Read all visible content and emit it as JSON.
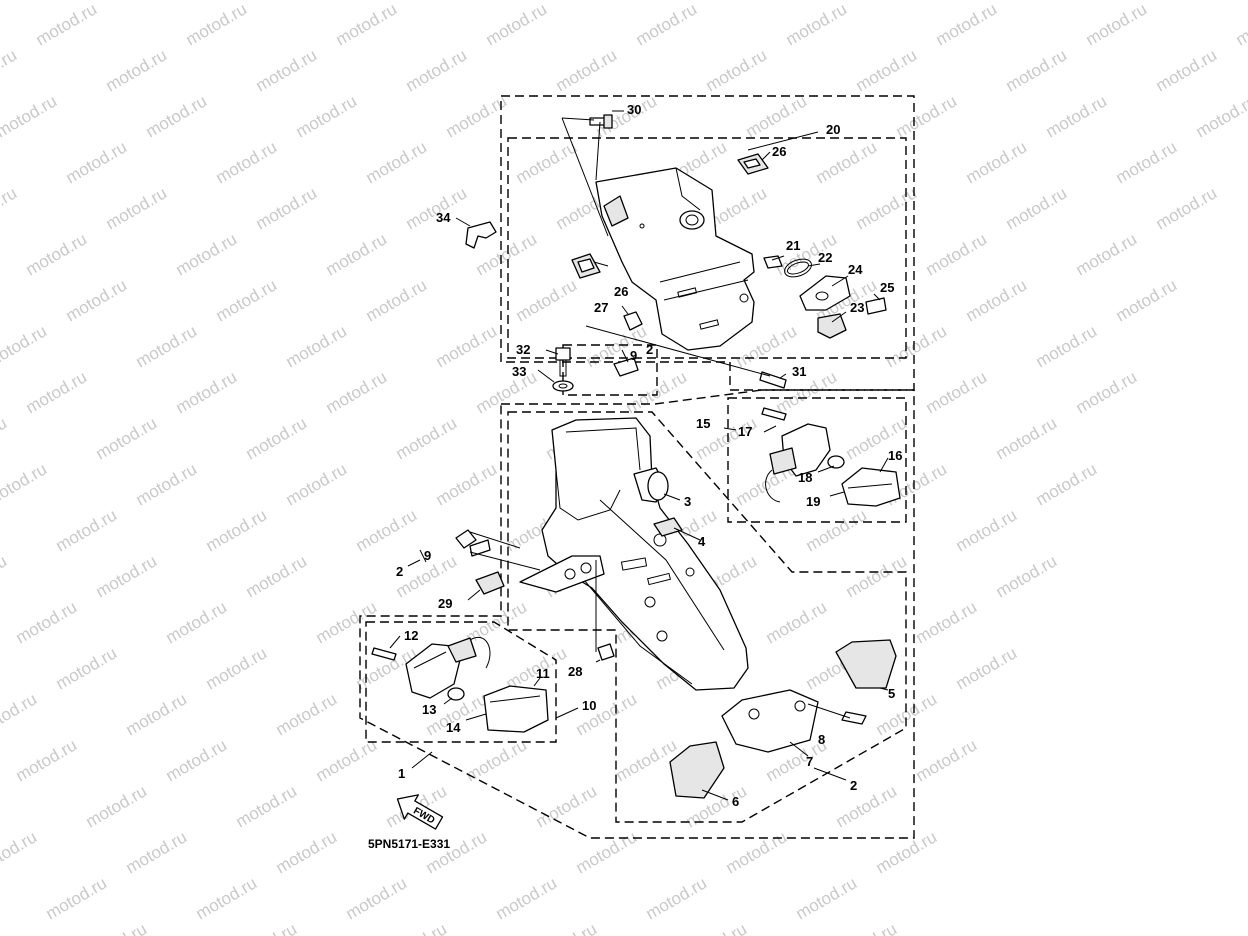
{
  "watermark": "motod.ru",
  "drawing_code": "5PN5171-E331",
  "fwd_label": "FWD",
  "callouts": {
    "c1": "1",
    "c2a": "2",
    "c2b": "2",
    "c2c": "2",
    "c3": "3",
    "c4": "4",
    "c5": "5",
    "c6": "6",
    "c7": "7",
    "c8": "8",
    "c9a": "9",
    "c9b": "9",
    "c10": "10",
    "c11": "11",
    "c12": "12",
    "c13": "13",
    "c14": "14",
    "c15": "15",
    "c16": "16",
    "c17": "17",
    "c18": "18",
    "c19": "19",
    "c20": "20",
    "c21": "21",
    "c22": "22",
    "c23": "23",
    "c24": "24",
    "c25": "25",
    "c26a": "26",
    "c26b": "26",
    "c27": "27",
    "c28": "28",
    "c29": "29",
    "c30": "30",
    "c31": "31",
    "c32": "32",
    "c33": "33",
    "c34": "34"
  }
}
